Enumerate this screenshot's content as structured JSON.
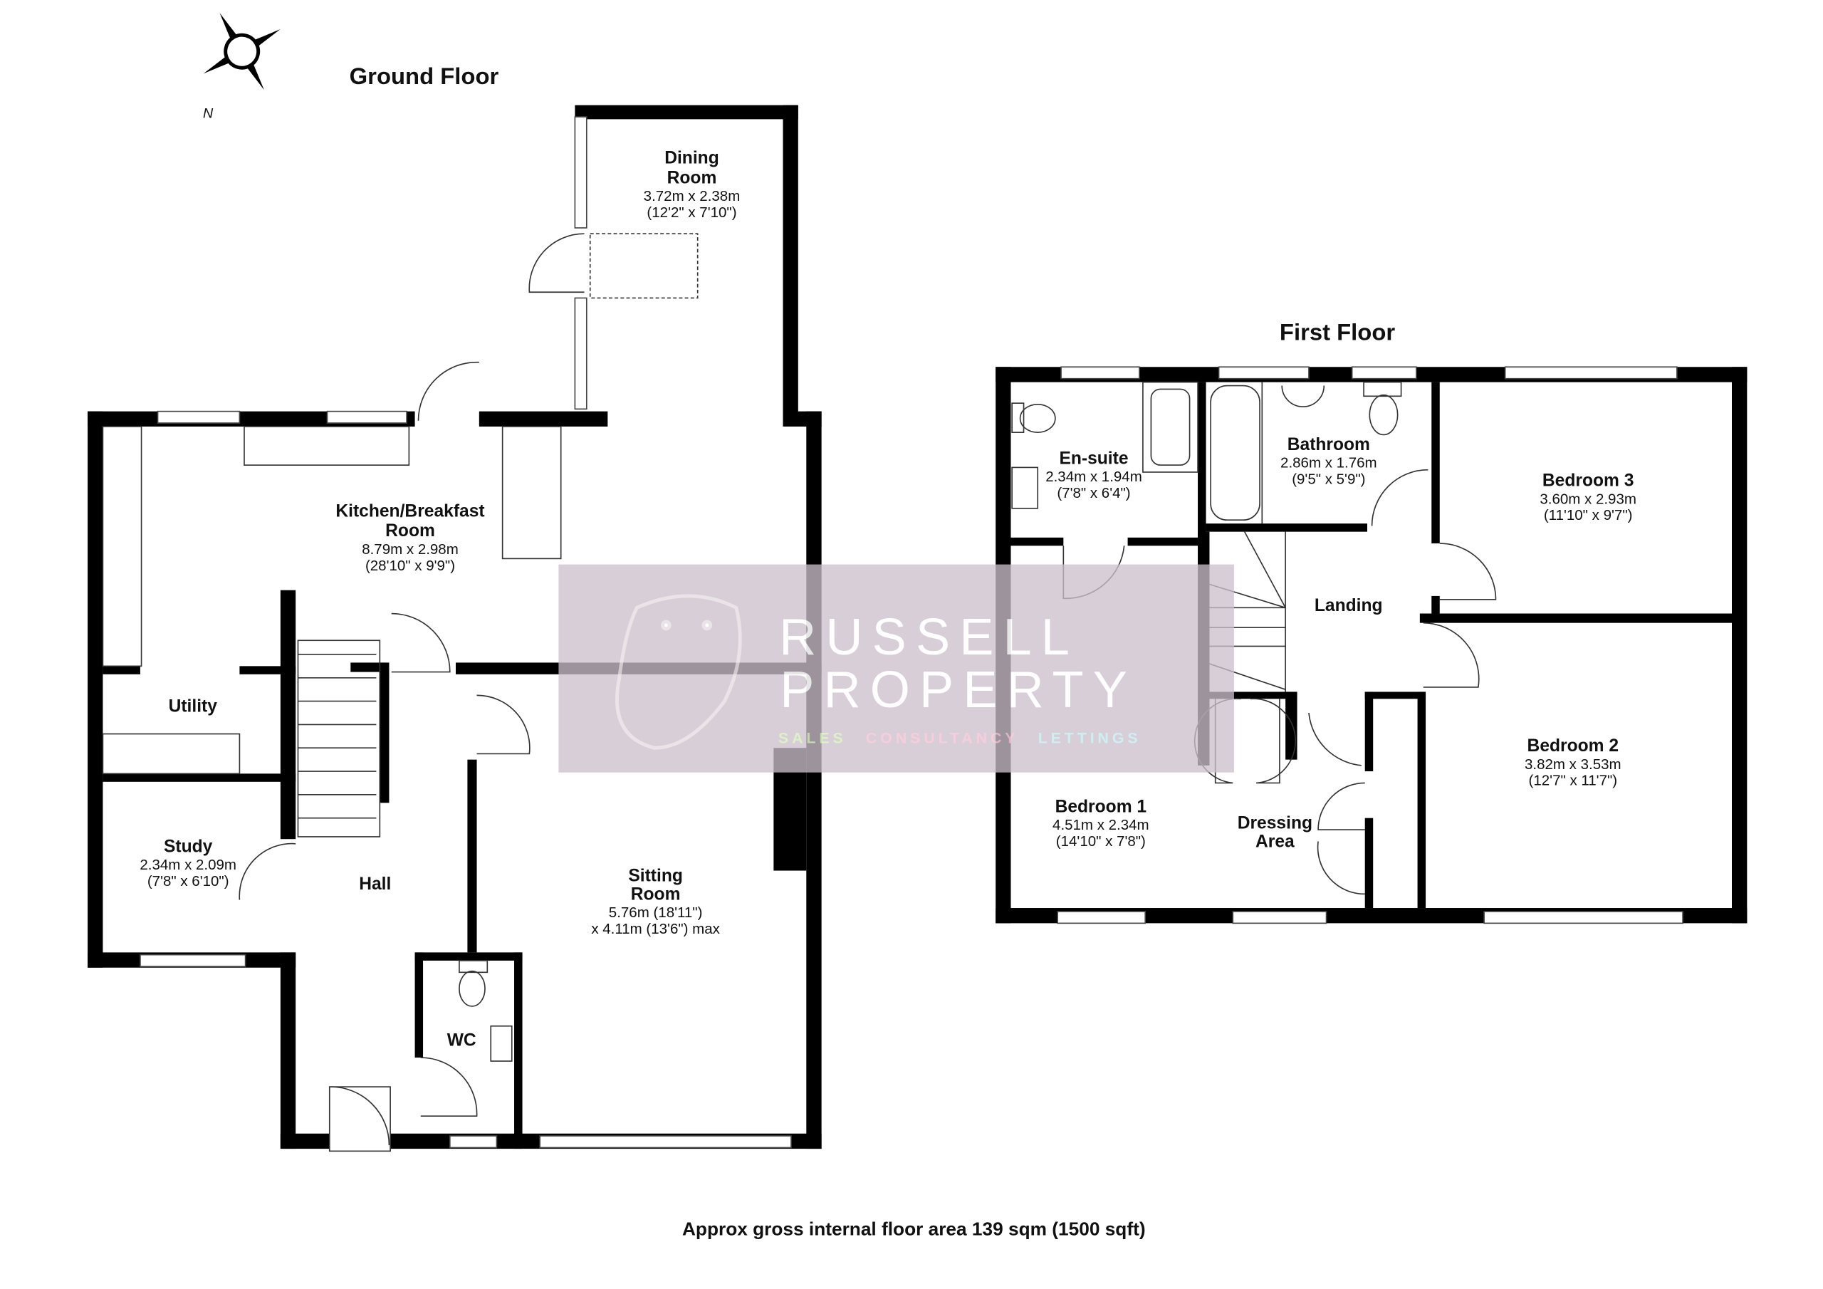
{
  "ground_floor": {
    "title": "Ground Floor",
    "rooms": {
      "dining": {
        "name1": "Dining",
        "name2": "Room",
        "metric": "3.72m x 2.38m",
        "imperial": "(12'2\" x 7'10\")"
      },
      "kitchen": {
        "name1": "Kitchen/Breakfast",
        "name2": "Room",
        "metric": "8.79m x 2.98m",
        "imperial": "(28'10\" x 9'9\")"
      },
      "utility": {
        "name": "Utility"
      },
      "study": {
        "name": "Study",
        "metric": "2.34m x 2.09m",
        "imperial": "(7'8\" x 6'10\")"
      },
      "hall": {
        "name": "Hall"
      },
      "wc": {
        "name": "WC"
      },
      "sitting": {
        "name1": "Sitting",
        "name2": "Room",
        "metric": "5.76m (18'11\")",
        "imperial": "x 4.11m (13'6\") max"
      }
    }
  },
  "first_floor": {
    "title": "First Floor",
    "rooms": {
      "ensuite": {
        "name": "En-suite",
        "metric": "2.34m x 1.94m",
        "imperial": "(7'8\" x 6'4\")"
      },
      "bathroom": {
        "name": "Bathroom",
        "metric": "2.86m x 1.76m",
        "imperial": "(9'5\" x 5'9\")"
      },
      "bedroom3": {
        "name": "Bedroom 3",
        "metric": "3.60m x 2.93m",
        "imperial": "(11'10\" x 9'7\")"
      },
      "landing": {
        "name": "Landing"
      },
      "bedroom1": {
        "name": "Bedroom 1",
        "metric": "4.51m x 2.34m",
        "imperial": "(14'10\" x 7'8\")"
      },
      "dressing": {
        "name1": "Dressing",
        "name2": "Area"
      },
      "bedroom2": {
        "name": "Bedroom 2",
        "metric": "3.82m x 3.53m",
        "imperial": "(12'7\" x 11'7\")"
      }
    }
  },
  "compass": {
    "label": "N",
    "icon": "compass-rose-icon"
  },
  "footer": {
    "area": "Approx gross internal floor area 139 sqm (1500 sqft)"
  },
  "watermark": {
    "line1": "RUSSELL",
    "line2": "PROPERTY",
    "tag_sales": "SALES",
    "tag_consultancy": "CONSULTANCY",
    "tag_lettings": "LETTINGS",
    "colors": {
      "panel": "#cdbfcc",
      "sales": "#d9f0c0",
      "consultancy": "#f7c8d8",
      "lettings": "#c8eef0"
    }
  }
}
